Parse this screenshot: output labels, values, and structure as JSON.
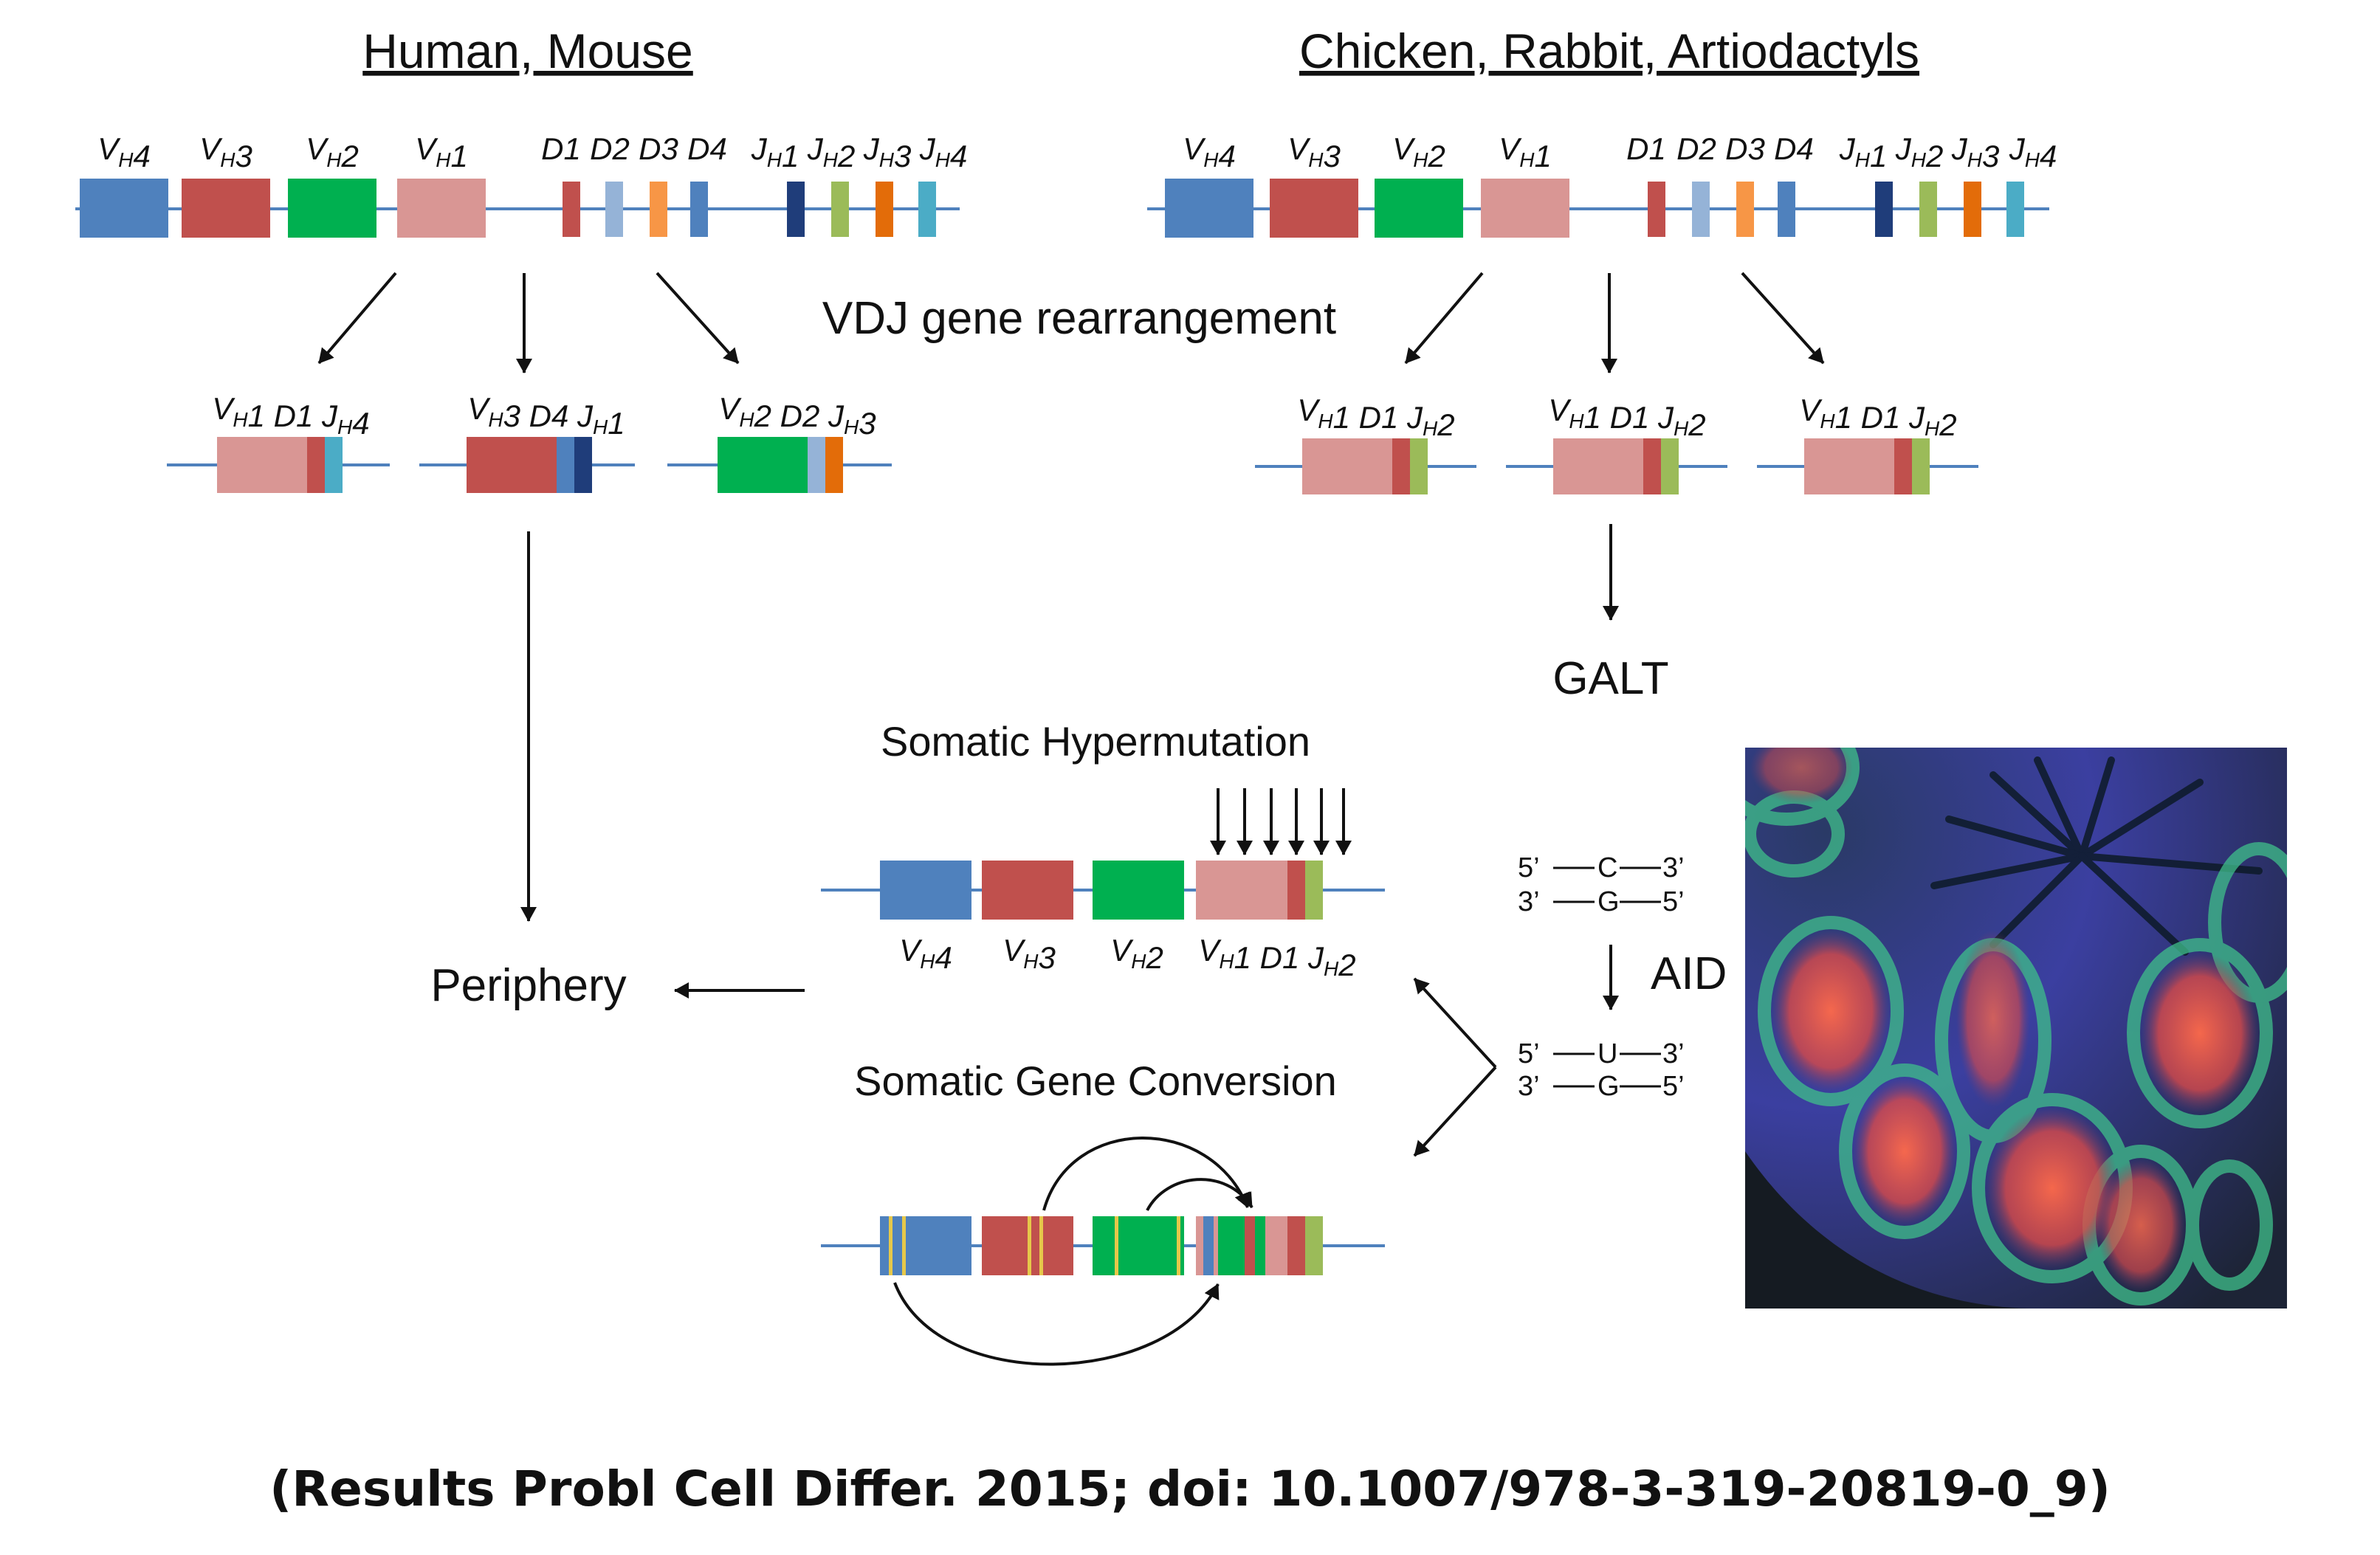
{
  "titles": {
    "left": "Human, Mouse",
    "right": "Chicken, Rabbit, Artiodactyls"
  },
  "gene_labels": {
    "vh4": "VH4",
    "vh3": "VH3",
    "vh2": "VH2",
    "vh1": "VH1",
    "d1": "D1",
    "d2": "D2",
    "d3": "D3",
    "d4": "D4",
    "jh1": "JH1",
    "jh2": "JH2",
    "jh3": "JH3",
    "jh4": "JH4"
  },
  "rearranged": {
    "left": [
      "VH1 D1 JH4",
      "VH3 D4 JH1",
      "VH2 D2 JH3"
    ],
    "right": [
      "VH1 D1 JH2",
      "VH1 D1 JH2",
      "VH1 D1 JH2"
    ]
  },
  "process_labels": {
    "vdj": "VDJ gene rearrangement",
    "galt": "GALT",
    "shm": "Somatic Hypermutation",
    "sgc": "Somatic Gene Conversion",
    "periphery": "Periphery",
    "aid": "AID"
  },
  "shm_labels": [
    "VH4",
    "VH3",
    "VH2",
    "VH1 D1 JH2"
  ],
  "aid_reaction": {
    "before_top": [
      "5’",
      "C",
      "3’"
    ],
    "before_bottom": [
      "3’",
      "G",
      "5’"
    ],
    "after_top": [
      "5’",
      "U",
      "3’"
    ],
    "after_bottom": [
      "3’",
      "G",
      "5’"
    ]
  },
  "citation": "(Results Probl Cell Differ. 2015; doi: 10.1007/978-3-319-20819-0_9)",
  "colors": {
    "vh4": "#4f81bd",
    "vh3": "#c0504d",
    "vh2": "#00b050",
    "vh1": "#d99694",
    "d1": "#c0504d",
    "d2": "#95b3d7",
    "d3": "#f79646",
    "d4": "#4f81bd",
    "jh1": "#1f3d7a",
    "jh2": "#9bbb59",
    "jh3": "#e36c09",
    "jh4": "#4bacc6",
    "line": "#4f81bd"
  }
}
